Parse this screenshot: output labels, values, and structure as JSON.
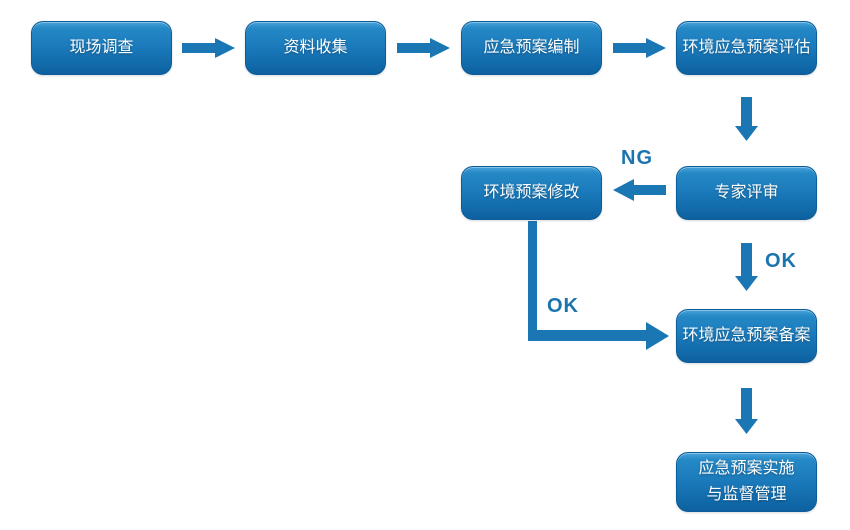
{
  "diagram": {
    "type": "flowchart",
    "nodes": [
      {
        "id": "site-survey",
        "label": "现场调查"
      },
      {
        "id": "data-collection",
        "label": "资料收集"
      },
      {
        "id": "plan-compilation",
        "label": "应急预案编制"
      },
      {
        "id": "plan-evaluation",
        "label": "环境应急预案评估"
      },
      {
        "id": "expert-review",
        "label": "专家评审"
      },
      {
        "id": "plan-revision",
        "label": "环境预案修改"
      },
      {
        "id": "plan-filing",
        "label": "环境应急预案备案"
      },
      {
        "id": "implementation",
        "label": "应急预案实施\n与监督管理"
      }
    ],
    "edges": [
      {
        "from": "site-survey",
        "to": "data-collection",
        "label": ""
      },
      {
        "from": "data-collection",
        "to": "plan-compilation",
        "label": ""
      },
      {
        "from": "plan-compilation",
        "to": "plan-evaluation",
        "label": ""
      },
      {
        "from": "plan-evaluation",
        "to": "expert-review",
        "label": ""
      },
      {
        "from": "expert-review",
        "to": "plan-revision",
        "label": "NG"
      },
      {
        "from": "expert-review",
        "to": "plan-filing",
        "label": "OK"
      },
      {
        "from": "plan-revision",
        "to": "plan-filing",
        "label": "OK"
      },
      {
        "from": "plan-filing",
        "to": "implementation",
        "label": ""
      }
    ],
    "colors": {
      "node_gradient_top": "#4aa3d8",
      "node_gradient_bottom": "#0d61a0",
      "node_border": "#0b5c99",
      "node_text": "#ffffff",
      "arrow": "#1b76b4",
      "edge_label_text": "#1b74ae",
      "background": "#ffffff"
    }
  }
}
